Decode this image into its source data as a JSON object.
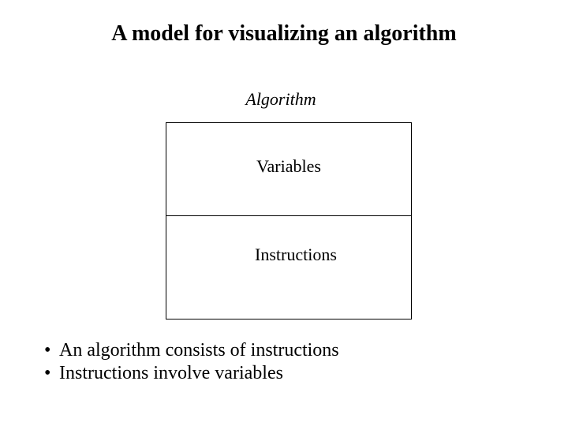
{
  "slide": {
    "title": "A model for visualizing an algorithm",
    "background_color": "#ffffff",
    "text_color": "#000000"
  },
  "diagram": {
    "caption": "Algorithm",
    "border_color": "#000000",
    "fill_color": "#ffffff",
    "cells": [
      {
        "label": "Variables"
      },
      {
        "label": "Instructions"
      }
    ]
  },
  "bullets": {
    "marker": "•",
    "items": [
      {
        "text": "An algorithm consists of instructions"
      },
      {
        "text": "Instructions involve variables"
      }
    ]
  }
}
